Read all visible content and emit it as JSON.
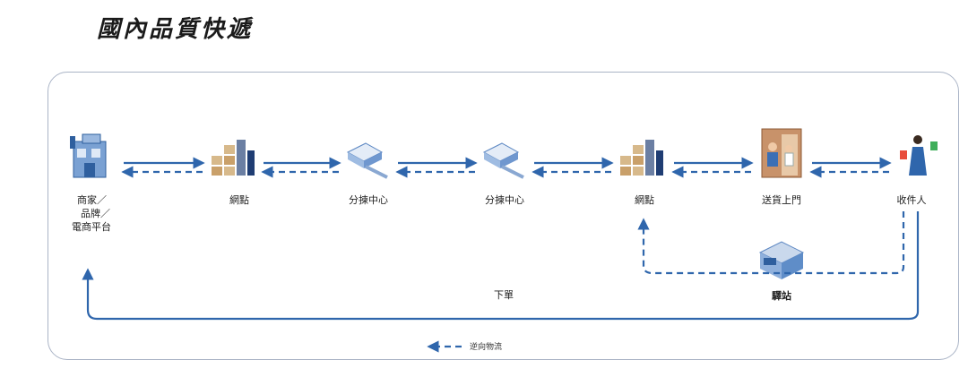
{
  "title": "國內品質快遞",
  "nodes": {
    "merchant": [
      "商家／",
      "品牌／",
      "電商平台"
    ],
    "outlet_left": "網點",
    "sort_center_1": "分揀中心",
    "sort_center_2": "分揀中心",
    "outlet_right": "網點",
    "door_delivery": "送貨上門",
    "recipient": "收件人",
    "station": "驛站"
  },
  "order_label": "下單",
  "legend": {
    "reverse_logistics": "逆向物流"
  },
  "colors": {
    "primary": "#2f66ac",
    "border": "#aab4c6"
  }
}
